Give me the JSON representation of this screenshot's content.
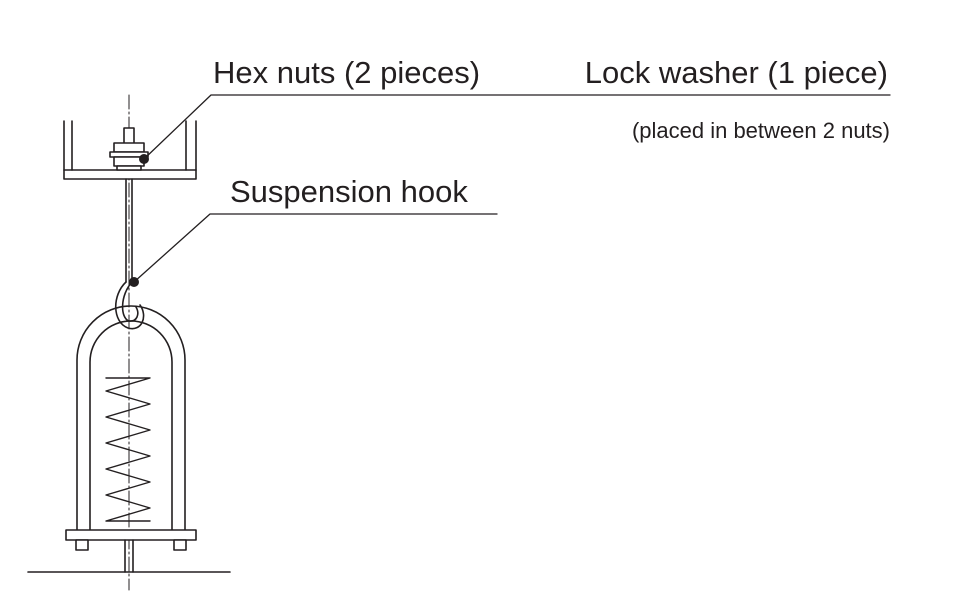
{
  "labels": {
    "hex_nuts": "Hex nuts (2 pieces)",
    "lock_washer": "Lock washer (1 piece)",
    "lock_washer_note": "(placed in between 2 nuts)",
    "suspension_hook": "Suspension hook"
  },
  "colors": {
    "line": "#231f20",
    "text": "#231f20",
    "background": "#ffffff"
  }
}
